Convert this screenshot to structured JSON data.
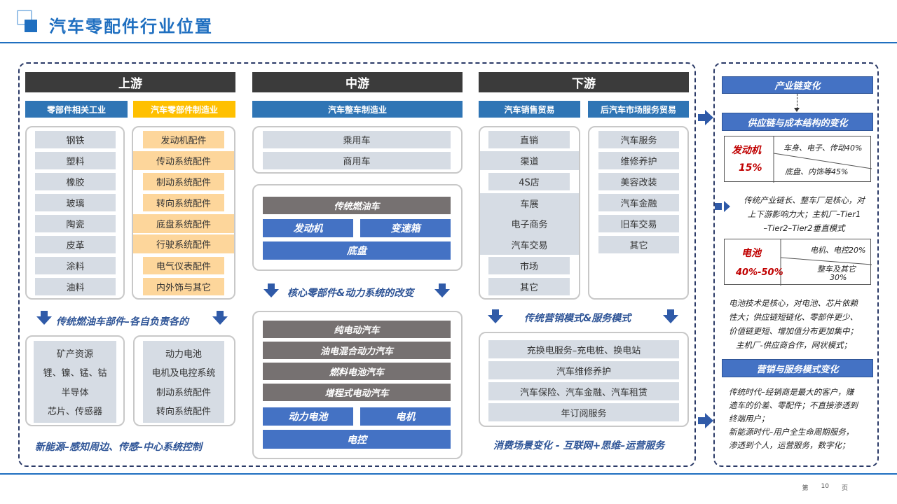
{
  "page_title": "汽车零配件行业位置",
  "upstream": {
    "header": "上游",
    "col1_header": "零部件相关工业",
    "col2_header": "汽车零部件制造业",
    "col1_items": [
      "钢铁",
      "塑料",
      "橡胶",
      "玻璃",
      "陶瓷",
      "皮革",
      "涂料",
      "油料"
    ],
    "col2_items": [
      "发动机配件",
      "传动系统配件",
      "制动系统配件",
      "转向系统配件",
      "底盘系统配件",
      "行驶系统配件",
      "电气仪表配件",
      "内外饰与其它"
    ],
    "caption_mid": "传统燃油车部件–各自负责各的",
    "lower_left": [
      "矿产资源",
      "锂、镍、锰、钴",
      "半导体",
      "芯片、传感器"
    ],
    "lower_right": [
      "动力电池",
      "电机及电控系统",
      "制动系统配件",
      "转向系统配件"
    ],
    "caption_bottom": "新能源–感知周边、传感–中心系统控制"
  },
  "midstream": {
    "header": "中游",
    "sub_header": "汽车整车制造业",
    "vehicles": [
      "乘用车",
      "商用车"
    ],
    "ice_title": "传统燃油车",
    "ice_parts": [
      "发动机",
      "变速箱"
    ],
    "ice_chassis": "底盘",
    "caption": "核心零部件&动力系统的改变",
    "nev_types": [
      "纯电动汽车",
      "油电混合动力汽车",
      "燃料电池汽车",
      "增程式电动汽车"
    ],
    "nev_parts": [
      "动力电池",
      "电机"
    ],
    "nev_control": "电控"
  },
  "downstream": {
    "header": "下游",
    "col1_header": "汽车销售贸易",
    "col2_header": "后汽车市场服务贸易",
    "col1_items": [
      "直销",
      "渠道",
      "4S店",
      "车展",
      "电子商务",
      "汽车交易",
      "市场",
      "其它"
    ],
    "col2_items": [
      "汽车服务",
      "维修养护",
      "美容改装",
      "汽车金融",
      "旧车交易",
      "其它"
    ],
    "caption_mid": "传统营销模式&服务模式",
    "services": [
      "充换电服务–充电桩、换电站",
      "汽车维修养护",
      "汽车保险、汽车金融、汽车租赁",
      "年订阅服务"
    ],
    "caption_bottom": "消费场景变化 - 互联网+思维–运营服务"
  },
  "right_panel": {
    "chain_change": "产业链变化",
    "supply_change": "供应链与成本结构的变化",
    "engine": {
      "label": "发动机",
      "pct": "15%",
      "top": "车身、电子、传动40%",
      "bottom": "底盘、内饰等45%"
    },
    "engine_text": [
      "传统产业链长、整车厂是核心，对",
      "上下游影响力大；主机厂–Tier1",
      "–Tier2–Tier2垂直模式"
    ],
    "battery": {
      "label": "电池",
      "pct": "40%-50%",
      "top": "电机、电控20%",
      "bottom_l1": "整车及其它",
      "bottom_l2": "30%"
    },
    "battery_text": [
      "电池技术是核心，对电池、芯片依赖",
      "性大；供应链短链化、零部件更少、",
      "价值链更短、增加值分布更加集中；",
      "主机厂-供应商合作，网状模式；"
    ],
    "marketing_change": "营销与服务模式变化",
    "marketing_text": [
      "传统时代–经销商是最大的客户，赚",
      "遗车的价差、零配件；不直接渗透到",
      "终端用户；",
      "新能源时代–用户全生命周期服务，",
      "渗透到个人，运营服务，数字化；"
    ]
  },
  "footer": {
    "page_prefix": "第",
    "page_number": "10",
    "page_suffix": "页"
  }
}
